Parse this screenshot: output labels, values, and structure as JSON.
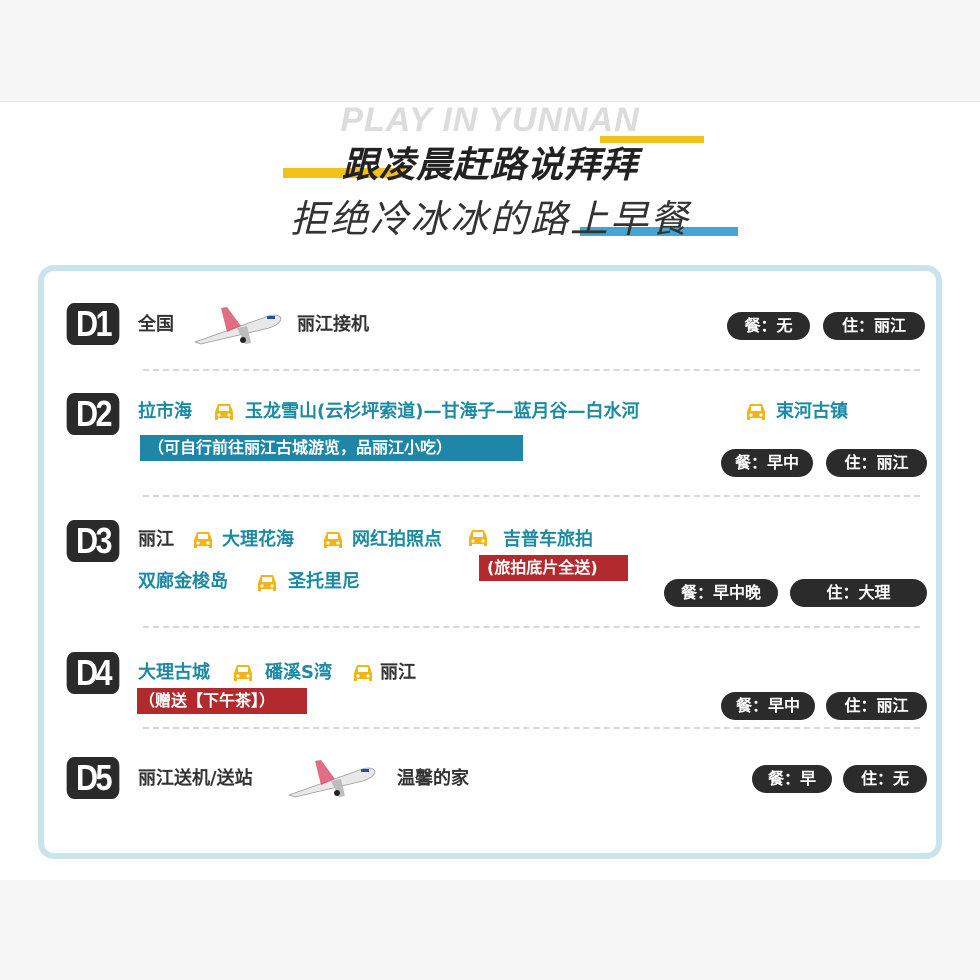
{
  "watermark": "PLAY IN YUNNAN",
  "header": {
    "title_line1": "跟凌晨赶路说拜拜",
    "title_line2": "拒绝冷冰冰的路上早餐"
  },
  "colors": {
    "accent_yellow": "#f2c21b",
    "accent_blue": "#45a4d4",
    "route_blue": "#1c8aa3",
    "note_teal": "#1e86a6",
    "note_red": "#b22a2e",
    "pill_dark": "#2b2b2b",
    "card_border": "#c9e4ea",
    "car_icon": "#f5b316"
  },
  "days": [
    {
      "label": "D1",
      "from": "全国",
      "icon": "plane-icon",
      "to": "丽江接机",
      "meal": "餐：无",
      "stay": "住：丽江"
    },
    {
      "label": "D2",
      "route": [
        "拉市海",
        "玉龙雪山(云杉坪索道)—甘海子—蓝月谷—白水河",
        "束河古镇"
      ],
      "note": "（可自行前往丽江古城游览，品丽江小吃）",
      "meal": "餐：早中",
      "stay": "住：丽江"
    },
    {
      "label": "D3",
      "route": [
        "丽江",
        "大理花海",
        "网红拍照点",
        "吉普车旅拍",
        "双廊金梭岛",
        "圣托里尼"
      ],
      "note": "(旅拍底片全送)",
      "meal": "餐：早中晚",
      "stay": "住：大理"
    },
    {
      "label": "D4",
      "route": [
        "大理古城",
        "磻溪S湾",
        "丽江"
      ],
      "note": "（赠送【下午茶】）",
      "meal": "餐：早中",
      "stay": "住：丽江"
    },
    {
      "label": "D5",
      "from": "丽江送机/送站",
      "icon": "plane-icon",
      "to": "温馨的家",
      "meal": "餐：早",
      "stay": "住：无"
    }
  ]
}
